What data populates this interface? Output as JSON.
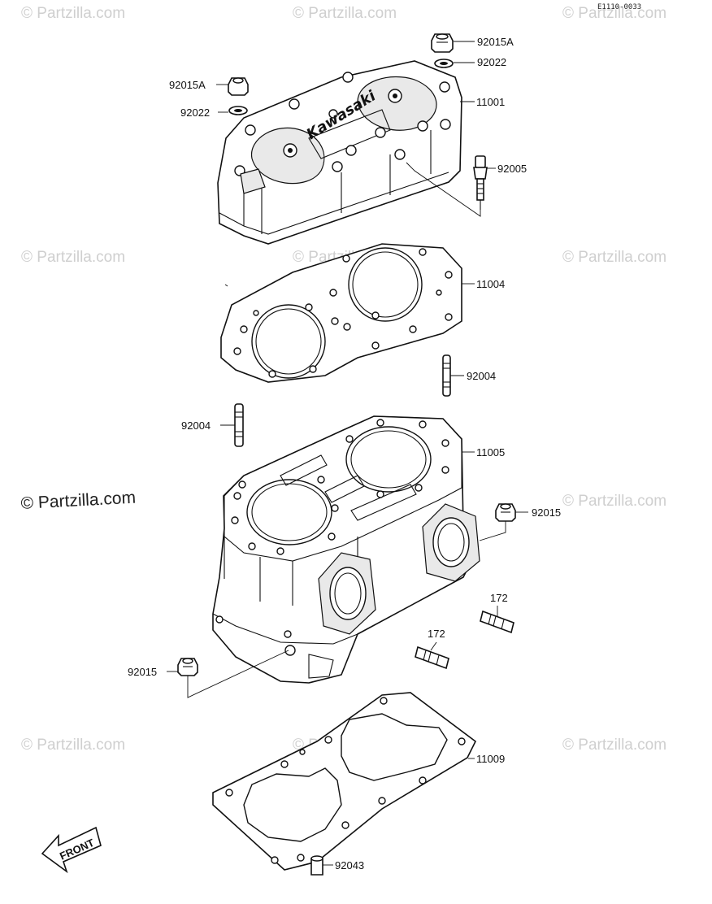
{
  "diagram_code": "E1110-0033",
  "watermark": {
    "brand_faint": "© Partzilla.com",
    "brand_main": "© Partzilla.com"
  },
  "front_arrow_label": "FRONT",
  "brand_logo_text": "Kawasaki",
  "callouts": {
    "nut_top_right": "92015A",
    "washer_top_right": "92022",
    "nut_top_left": "92015A",
    "washer_top_left": "92022",
    "cylinder_head": "11001",
    "spark_plug": "92005",
    "head_gasket": "11004",
    "stud_right": "92004",
    "stud_left": "92004",
    "cylinder": "11005",
    "nut_right": "92015",
    "stud_172_right": "172",
    "stud_172_left": "172",
    "nut_left": "92015",
    "base_gasket": "11009",
    "dowel_pin": "92043"
  }
}
